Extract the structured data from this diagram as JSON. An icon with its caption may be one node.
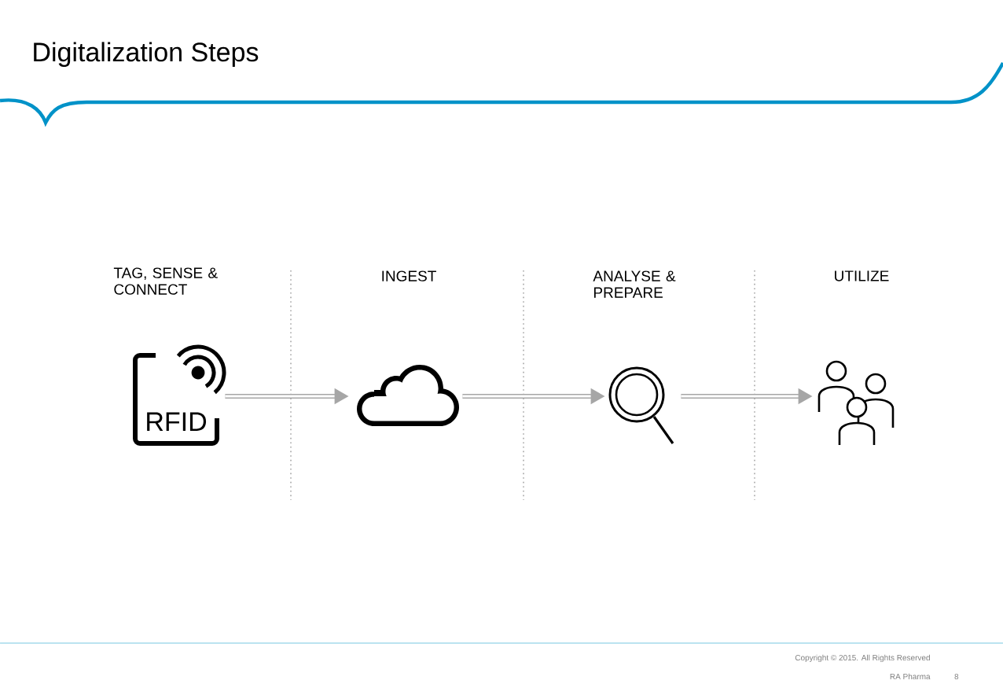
{
  "diagram": {
    "title": "Digitalization Steps",
    "nodes": [
      {
        "text": [
          "TAG, SENSE & CONNECT",
          "RFID"
        ]
      },
      {
        "text": [
          "INGEST"
        ]
      },
      {
        "text": [
          "ANALYSE & PREPARE"
        ]
      },
      {
        "text": [
          "UTILIZE"
        ]
      }
    ],
    "edges": [
      {
        "from": 0,
        "to": 1,
        "arrow": "to"
      },
      {
        "from": 1,
        "to": 2,
        "arrow": "to"
      },
      {
        "from": 2,
        "to": 3,
        "arrow": "to"
      }
    ],
    "labels": [
      "Copyright © 2015. All Rights Reserved",
      "RA Pharma",
      "8"
    ]
  }
}
